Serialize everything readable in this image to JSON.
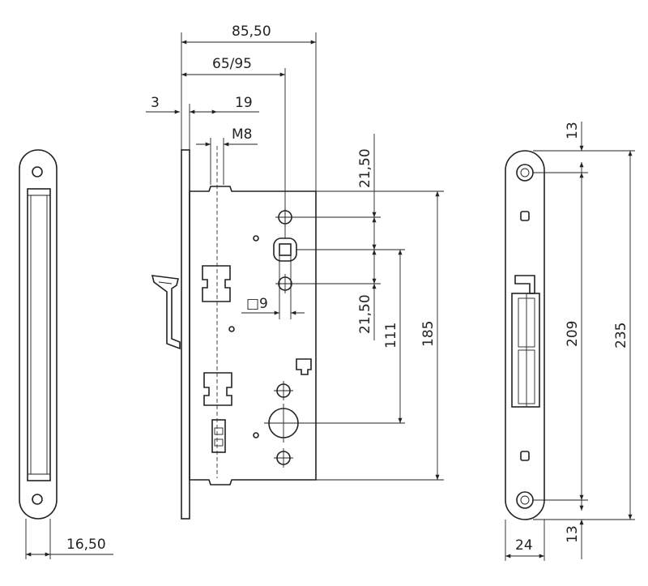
{
  "drawing": {
    "dimensions": {
      "overall_depth": "85,50",
      "backset": "65/95",
      "faceplate_thickness": "3",
      "latch_offset": "19",
      "thread": "M8",
      "follower_square": "□9",
      "top_hole_offset": "21,50",
      "bottom_hole_offset": "21,50",
      "handle_to_cylinder": "111",
      "case_height": "185",
      "faceplate_width_side": "16,50",
      "screw_hole_top_offset": "13",
      "screw_hole_bottom_offset": "13",
      "faceplate_hole_spacing": "209",
      "faceplate_height": "235",
      "faceplate_width_front": "24"
    }
  }
}
